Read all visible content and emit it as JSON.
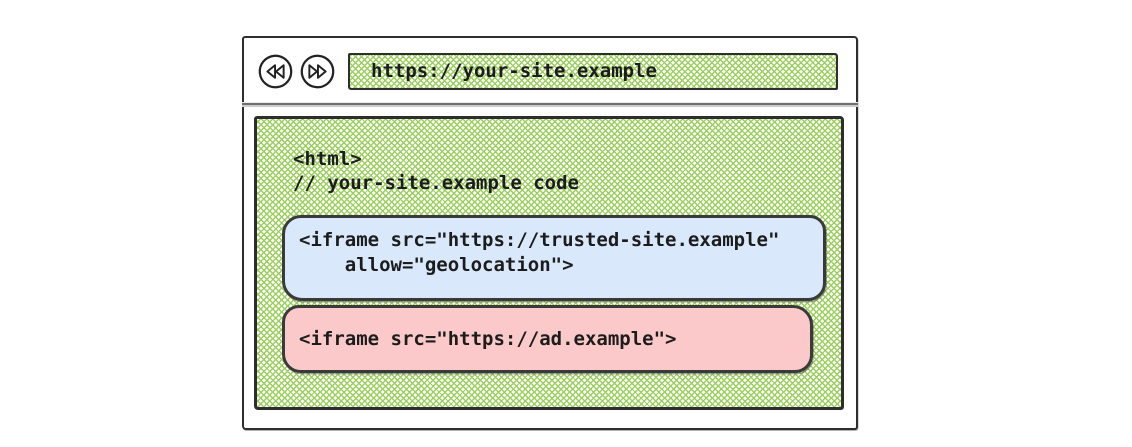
{
  "browser": {
    "url": "https://your-site.example"
  },
  "icons": {
    "back": "double-left-triangles-rewind",
    "forward": "double-right-triangles-fast-forward"
  },
  "page_code": {
    "line1": "<html>",
    "line2": "// your-site.example code"
  },
  "trusted_iframe": {
    "line1": "<iframe src=\"https://trusted-site.example\"",
    "line2": "    allow=\"geolocation\">"
  },
  "ad_iframe": {
    "line1": "<iframe src=\"https://ad.example\">"
  },
  "colors": {
    "hatch_green": "#9bcf5d",
    "trusted_blue": "#d9e8fa",
    "ad_pink": "#fbc9c9",
    "ink": "#1c1c1c",
    "stroke": "#2e2e2e"
  }
}
